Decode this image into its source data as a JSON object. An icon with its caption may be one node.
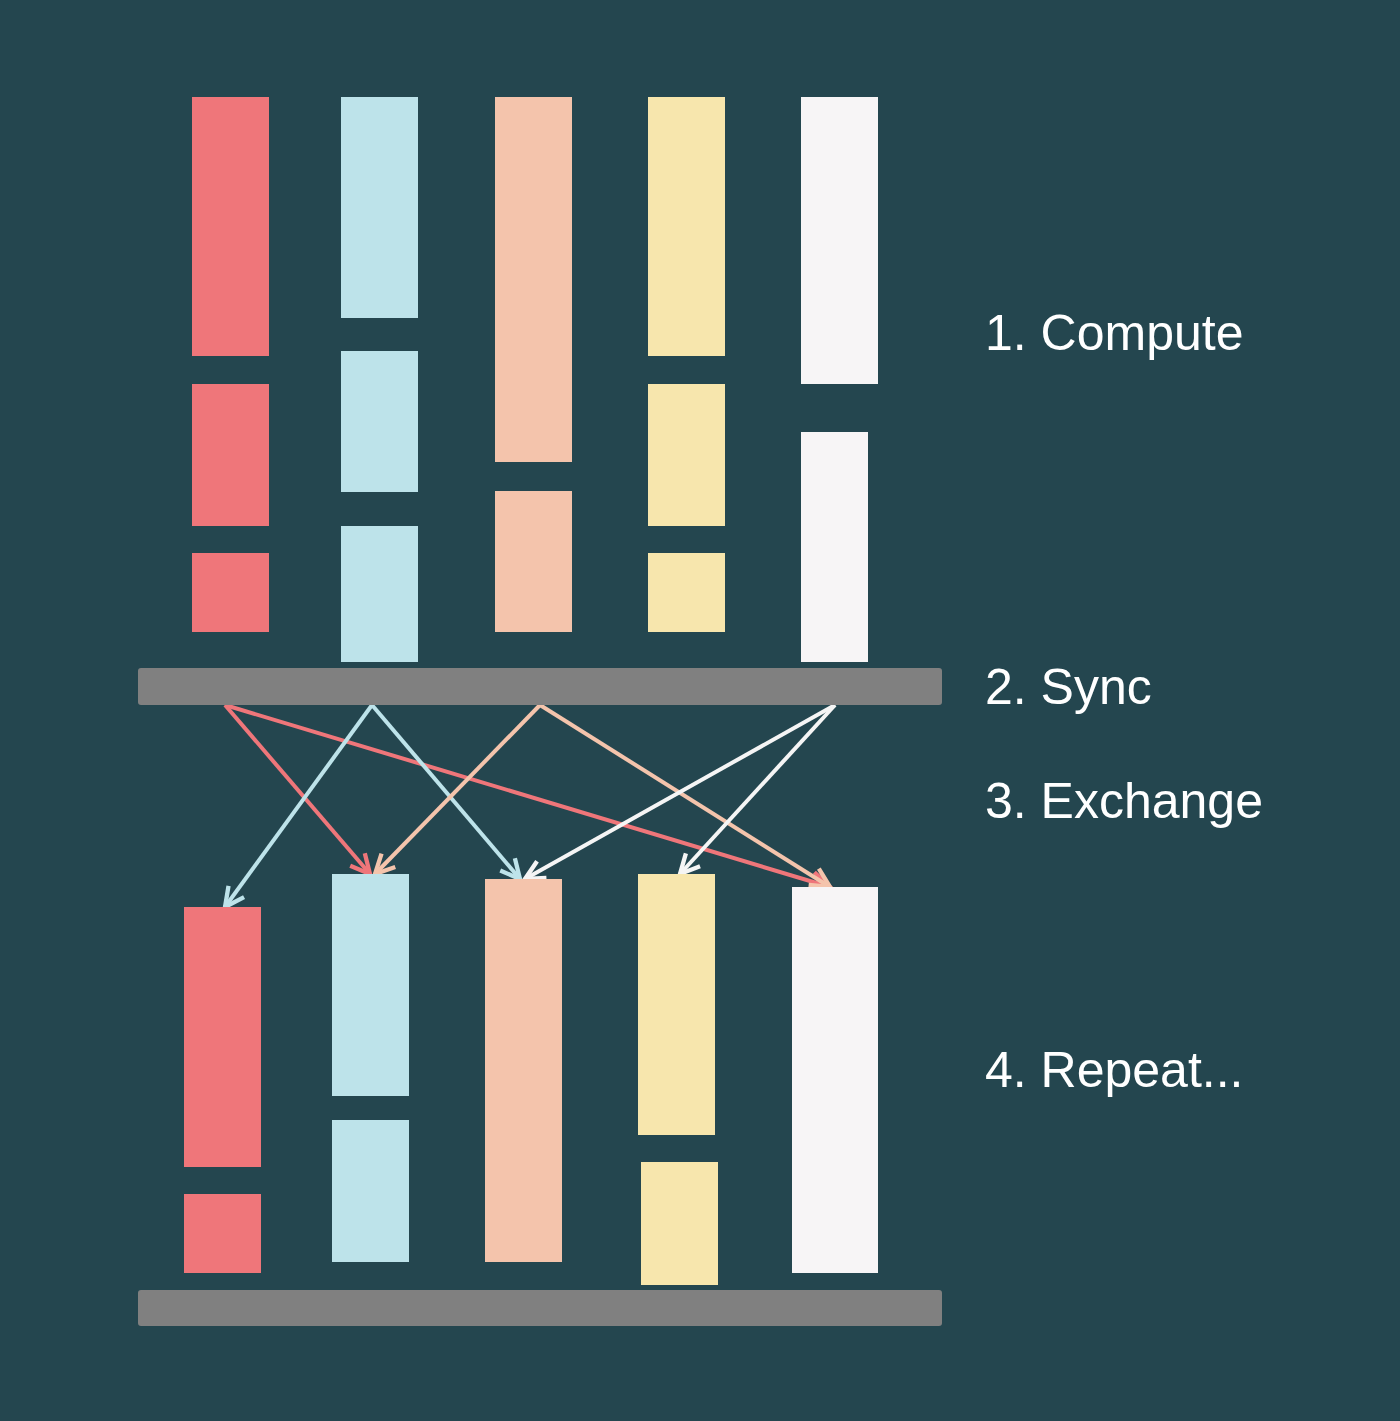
{
  "diagram": {
    "nodes": [
      {
        "text": [],
        "shape": "box"
      },
      {
        "text": [],
        "shape": "box"
      },
      {
        "text": [],
        "shape": "box"
      },
      {
        "text": [],
        "shape": "box"
      },
      {
        "text": [],
        "shape": "box"
      },
      {
        "text": [],
        "shape": "box"
      },
      {
        "text": [],
        "shape": "box"
      },
      {
        "text": [],
        "shape": "box"
      },
      {
        "text": [],
        "shape": "box"
      },
      {
        "text": [],
        "shape": "box"
      },
      {
        "text": [],
        "shape": "box"
      },
      {
        "text": [],
        "shape": "box"
      },
      {
        "text": [],
        "shape": "box"
      },
      {
        "text": [],
        "shape": "bar"
      },
      {
        "text": [],
        "shape": "box"
      },
      {
        "text": [],
        "shape": "box"
      },
      {
        "text": [],
        "shape": "box"
      },
      {
        "text": [],
        "shape": "box"
      },
      {
        "text": [],
        "shape": "box"
      },
      {
        "text": [],
        "shape": "box"
      },
      {
        "text": [],
        "shape": "box"
      },
      {
        "text": [],
        "shape": "box"
      },
      {
        "text": [],
        "shape": "bar"
      }
    ],
    "edges": [
      {
        "from": 13,
        "to": 16,
        "arrow": "to",
        "color": "#ef767a"
      },
      {
        "from": 13,
        "to": 21,
        "arrow": "to",
        "color": "#ef767a"
      },
      {
        "from": 13,
        "to": 14,
        "arrow": "to",
        "color": "#bde3ea"
      },
      {
        "from": 13,
        "to": 18,
        "arrow": "to",
        "color": "#bde3ea"
      },
      {
        "from": 13,
        "to": 16,
        "arrow": "to",
        "color": "#f4c4ac"
      },
      {
        "from": 13,
        "to": 21,
        "arrow": "to",
        "color": "#f4c4ac"
      },
      {
        "from": 13,
        "to": 18,
        "arrow": "to",
        "color": "#f5f5f5"
      },
      {
        "from": 13,
        "to": 19,
        "arrow": "to",
        "color": "#f5f5f5"
      }
    ],
    "labels": [
      "1. Compute",
      "2. Sync",
      "3. Exchange",
      "4. Repeat..."
    ]
  }
}
